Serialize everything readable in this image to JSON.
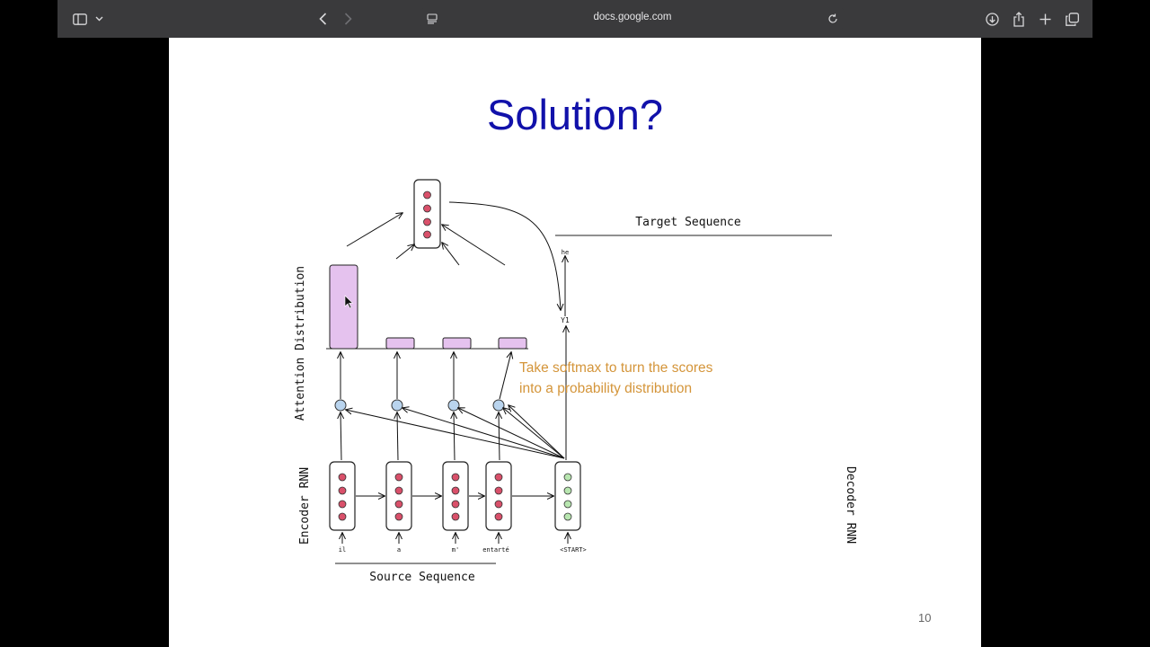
{
  "browser": {
    "url": "docs.google.com",
    "icons": [
      "sidebar-icon",
      "chevron-down-icon",
      "back-icon",
      "forward-icon",
      "page-icon",
      "reload-icon",
      "download-icon",
      "share-icon",
      "plus-icon",
      "tabs-icon"
    ]
  },
  "slide": {
    "title": "Solution?",
    "page_number": "10",
    "note_line1": "Take softmax to turn the scores",
    "note_line2": "into a probability distribution",
    "labels": {
      "target_sequence": "Target Sequence",
      "source_sequence": "Source Sequence",
      "attention_distribution": "Attention Distribution",
      "encoder_rnn": "Encoder RNN",
      "decoder_rnn": "Decoder RNN",
      "output_word": "he",
      "y1": "Y1",
      "start_token": "<START>",
      "src_tokens": [
        "il",
        "a",
        "m'",
        "entarté"
      ]
    },
    "colors": {
      "title": "#1111aa",
      "note": "#d4953a",
      "encoder_dot": "#d9506a",
      "decoder_dot": "#b8e6b0",
      "attention_bar": "#e5c2ee",
      "score_node": "#b9d4ee"
    },
    "attention_weights": [
      1.0,
      0.14,
      0.14,
      0.14
    ]
  }
}
